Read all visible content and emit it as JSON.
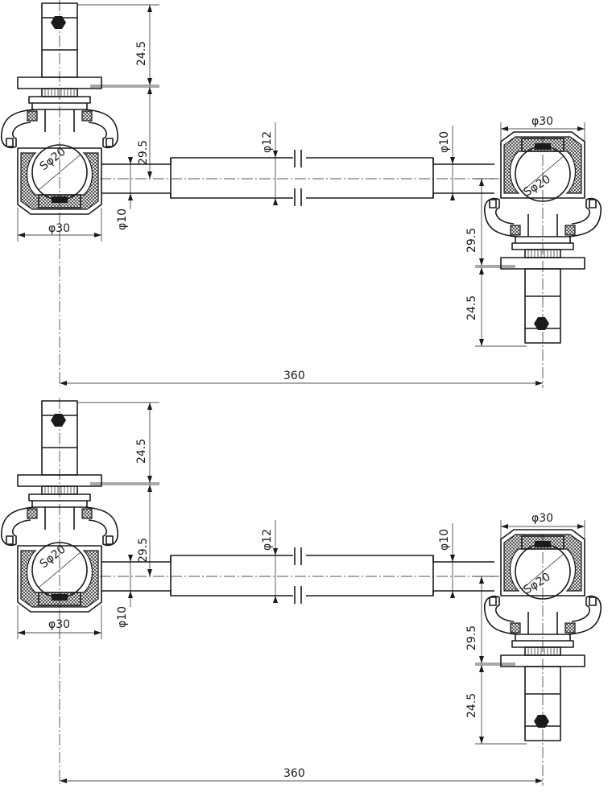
{
  "drawings": [
    {
      "id": "top",
      "labels": {
        "stud_length_left": "24.5",
        "stud_height_left": "29.5",
        "ball_sphere_left": "Sφ20",
        "ball_width_left": "φ30",
        "neck_left": "φ10",
        "rod": "φ12",
        "neck_right": "φ10",
        "ball_width_right": "φ30",
        "ball_sphere_right": "Sφ20",
        "stud_height_right": "29.5",
        "stud_length_right": "24.5",
        "overall_length": "360"
      }
    },
    {
      "id": "bottom",
      "labels": {
        "stud_length_left": "24.5",
        "stud_height_left": "29.5",
        "ball_sphere_left": "Sφ20",
        "ball_width_left": "φ30",
        "neck_left": "φ10",
        "rod": "φ12",
        "neck_right": "φ10",
        "ball_width_right": "φ30",
        "ball_sphere_right": "Sφ20",
        "stud_height_right": "29.5",
        "stud_length_right": "24.5",
        "overall_length": "360"
      }
    }
  ]
}
